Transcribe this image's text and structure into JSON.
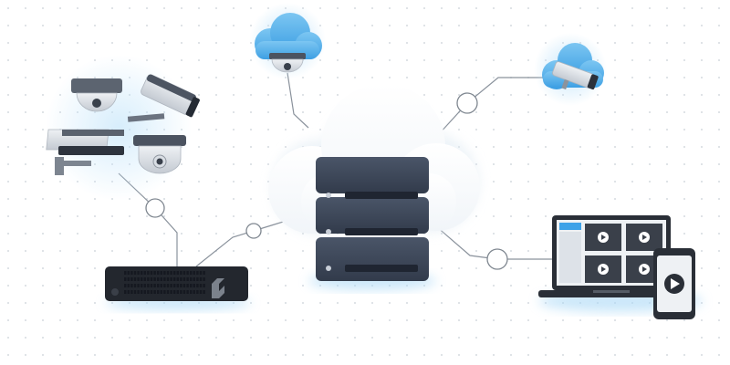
{
  "diagram": {
    "nodes": [
      {
        "id": "central-server",
        "kind": "server-rack",
        "icon": "server-icon"
      },
      {
        "id": "camera-group",
        "kind": "camera-group",
        "icon": "security-camera-icon"
      },
      {
        "id": "nvr-recorder",
        "kind": "network-video-recorder",
        "icon": "recorder-icon"
      },
      {
        "id": "cloud-dome-camera",
        "kind": "cloud-camera",
        "icon": "dome-camera-icon"
      },
      {
        "id": "cloud-bullet-camera",
        "kind": "cloud-camera",
        "icon": "bullet-camera-icon"
      },
      {
        "id": "viewer-devices",
        "kind": "laptop-and-phone",
        "icon": "laptop-icon"
      }
    ],
    "links": [
      {
        "from": "camera-group",
        "to": "nvr-recorder"
      },
      {
        "from": "nvr-recorder",
        "to": "central-server"
      },
      {
        "from": "cloud-dome-camera",
        "to": "central-server"
      },
      {
        "from": "cloud-bullet-camera",
        "to": "central-server"
      },
      {
        "from": "central-server",
        "to": "viewer-devices"
      }
    ]
  },
  "colors": {
    "cloud_accent": "#4aa8e6",
    "server_body": "#3b4558",
    "device_dark": "#222730",
    "connector_line": "#8a929c",
    "laptop_highlight": "#3da2e8"
  }
}
